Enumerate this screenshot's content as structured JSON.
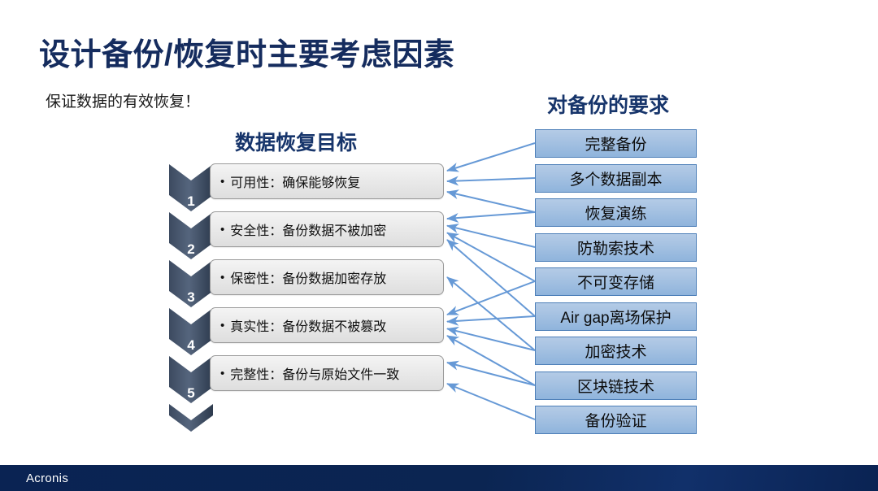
{
  "slide": {
    "title": "设计备份/恢复时主要考虑因素",
    "subtitle": "保证数据的有效恢复！",
    "title_color": "#152C5E",
    "heading_color": "#17356B"
  },
  "left_column": {
    "heading": "数据恢复目标",
    "bullet_glyph": "•",
    "items": [
      {
        "number": "1",
        "text": "可用性：确保能够恢复"
      },
      {
        "number": "2",
        "text": "安全性：备份数据不被加密"
      },
      {
        "number": "3",
        "text": "保密性：备份数据加密存放"
      },
      {
        "number": "4",
        "text": "真实性：备份数据不被篡改"
      },
      {
        "number": "5",
        "text": "完整性：备份与原始文件一致"
      }
    ]
  },
  "right_column": {
    "heading": "对备份的要求",
    "items": [
      {
        "text": "完整备份"
      },
      {
        "text": "多个数据副本"
      },
      {
        "text": "恢复演练"
      },
      {
        "text": "防勒索技术"
      },
      {
        "text": "不可变存储"
      },
      {
        "text": "Air gap离场保护"
      },
      {
        "text": "加密技术"
      },
      {
        "text": "区块链技术"
      },
      {
        "text": "备份验证"
      }
    ]
  },
  "connectors": {
    "color": "#6699d6",
    "links": [
      [
        0,
        0
      ],
      [
        1,
        0
      ],
      [
        2,
        0
      ],
      [
        2,
        1
      ],
      [
        3,
        1
      ],
      [
        4,
        1
      ],
      [
        5,
        1
      ],
      [
        6,
        2
      ],
      [
        4,
        3
      ],
      [
        5,
        3
      ],
      [
        6,
        3
      ],
      [
        7,
        3
      ],
      [
        7,
        4
      ],
      [
        8,
        4
      ]
    ]
  },
  "footer": {
    "logo": "Acronis",
    "background": "#0a2353"
  }
}
